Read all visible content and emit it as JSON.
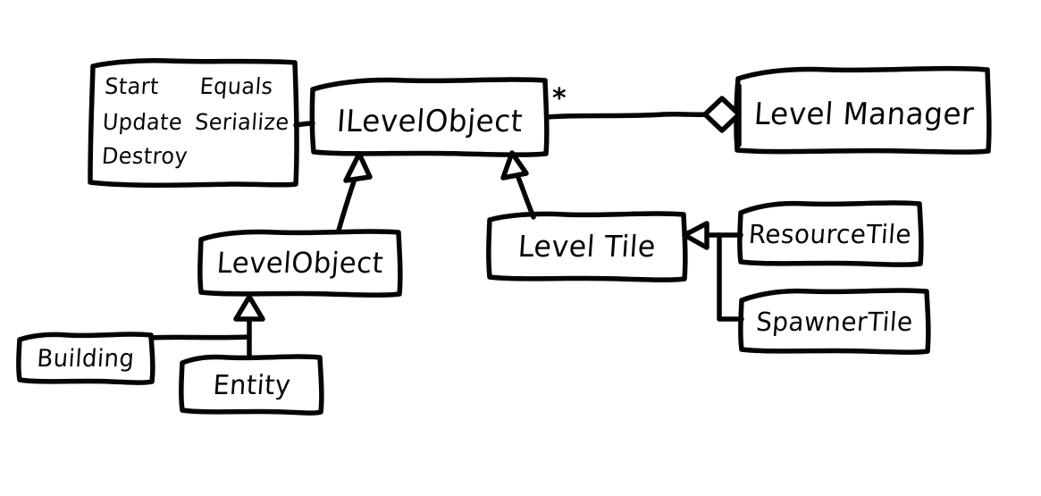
{
  "diagram": {
    "type": "uml-class-diagram",
    "style": "hand-drawn whiteboard sketch",
    "background_color": "#ffffff",
    "ink_color": "#050505"
  },
  "boxes": {
    "methods_note": {
      "name": "methods-note",
      "rows": [
        {
          "left": "Start",
          "right": "Equals"
        },
        {
          "left": "Update",
          "right": "Serialize"
        },
        {
          "left": "Destroy",
          "right": ""
        }
      ]
    },
    "ilevelobject": {
      "label": "ILevelObject",
      "multiplicity": "*"
    },
    "levelmanager": {
      "label": "Level Manager"
    },
    "levelobject": {
      "label": "LevelObject"
    },
    "leveltile": {
      "label": "Level Tile"
    },
    "resourcetile": {
      "label": "ResourceTile"
    },
    "spawnertile": {
      "label": "SpawnerTile"
    },
    "building": {
      "label": "Building"
    },
    "entity": {
      "label": "Entity"
    }
  },
  "relations": [
    {
      "name": "ilevelobject-aggregated-by-levelmanager",
      "from": "ILevelObject",
      "to": "Level Manager",
      "kind": "aggregation",
      "marker": "hollow-diamond",
      "multiplicity": "*"
    },
    {
      "name": "levelobject-implements-ilevelobject",
      "from": "LevelObject",
      "to": "ILevelObject",
      "kind": "generalization",
      "marker": "hollow-triangle"
    },
    {
      "name": "leveltile-implements-ilevelobject",
      "from": "Level Tile",
      "to": "ILevelObject",
      "kind": "generalization",
      "marker": "hollow-triangle"
    },
    {
      "name": "resourcetile-extends-leveltile",
      "from": "ResourceTile",
      "to": "Level Tile",
      "kind": "generalization",
      "marker": "hollow-triangle"
    },
    {
      "name": "spawnertile-extends-leveltile",
      "from": "SpawnerTile",
      "to": "Level Tile",
      "kind": "generalization",
      "marker": "hollow-triangle"
    },
    {
      "name": "entity-extends-levelobject",
      "from": "Entity",
      "to": "LevelObject",
      "kind": "generalization",
      "marker": "hollow-triangle"
    },
    {
      "name": "building-extends-levelobject",
      "from": "Building",
      "to": "LevelObject",
      "kind": "generalization",
      "marker": "shared-triangle"
    },
    {
      "name": "methods-note-attached-to-ilevelobject",
      "from": "methods-note",
      "to": "ILevelObject",
      "kind": "note-link",
      "marker": "none"
    }
  ]
}
